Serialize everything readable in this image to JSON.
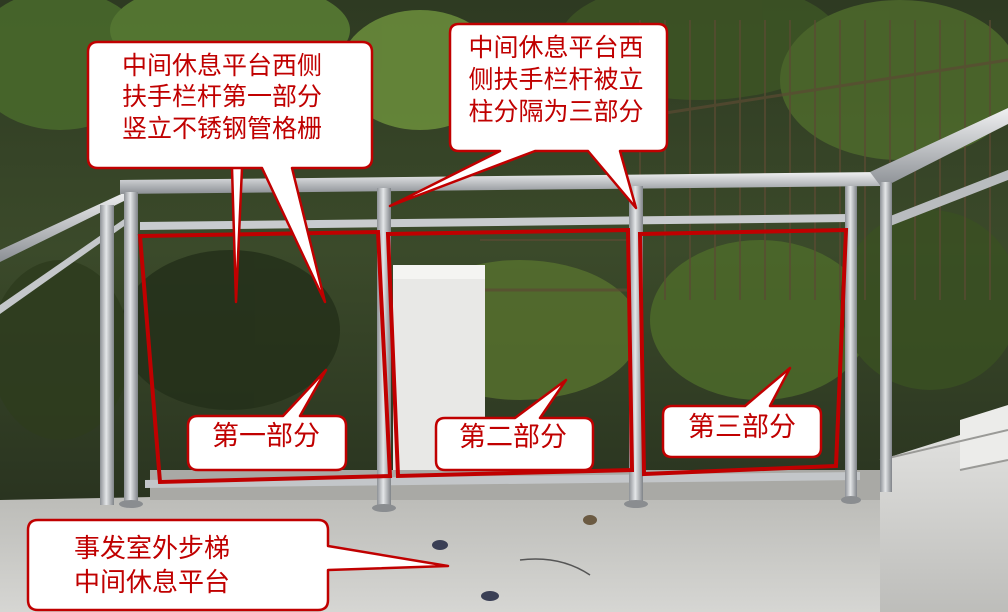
{
  "callouts": {
    "west_handrail_part1": {
      "lines": [
        "中间休息平台西侧",
        "扶手栏杆第一部分",
        "竖立不锈钢管格栅"
      ]
    },
    "west_handrail_divided": {
      "lines": [
        "中间休息平台西",
        "侧扶手栏杆被立",
        "柱分隔为三部分"
      ]
    },
    "part1_label": "第一部分",
    "part2_label": "第二部分",
    "part3_label": "第三部分",
    "landing": {
      "lines": [
        "事发室外步梯",
        "中间休息平台"
      ]
    }
  },
  "colors": {
    "annotation_red": "#c00000",
    "callout_fill": "#ffffff",
    "steel": "#c9ccd0",
    "foliage_dark": "#1f2a1a",
    "foliage_green": "#3f6a2a",
    "granite_floor": "#cfcfcd"
  }
}
